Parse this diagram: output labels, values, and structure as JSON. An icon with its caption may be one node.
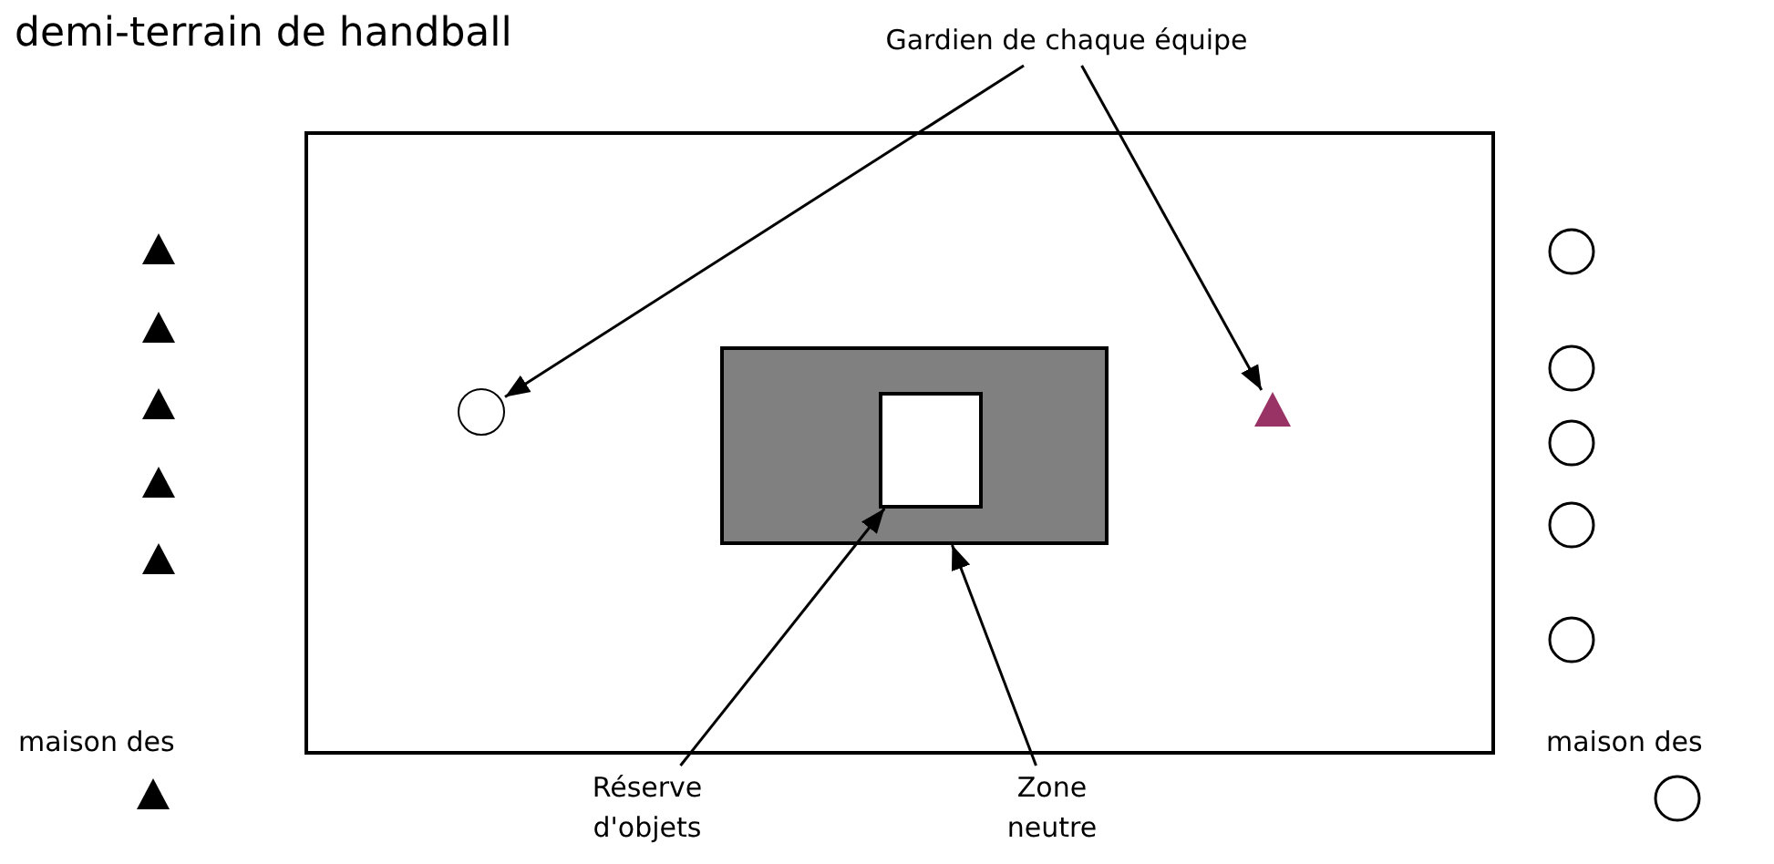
{
  "diagram": {
    "title": "demi-terrain de handball",
    "nodes": [
      {
        "text": [
          "Gardien de chaque équipe"
        ]
      },
      {
        "text": [],
        "shape": "box"
      },
      {
        "text": [],
        "shape": "circle",
        "in": 1
      },
      {
        "text": [],
        "shape": "box",
        "in": 1
      },
      {
        "text": [],
        "shape": "box",
        "in": 3
      },
      {
        "text": [],
        "shape": "triangle",
        "in": 1
      },
      {
        "text": [
          "Réserve d'objets"
        ]
      },
      {
        "text": [
          "Zone neutre"
        ]
      }
    ],
    "edges": [
      {
        "from": 0,
        "to": 2,
        "arrow": "to"
      },
      {
        "from": 0,
        "to": 5,
        "arrow": "to"
      },
      {
        "from": 6,
        "to": 4,
        "arrow": "to"
      },
      {
        "from": 7,
        "to": 3,
        "arrow": "to"
      }
    ],
    "labels": [
      "maison des",
      "maison des"
    ]
  }
}
